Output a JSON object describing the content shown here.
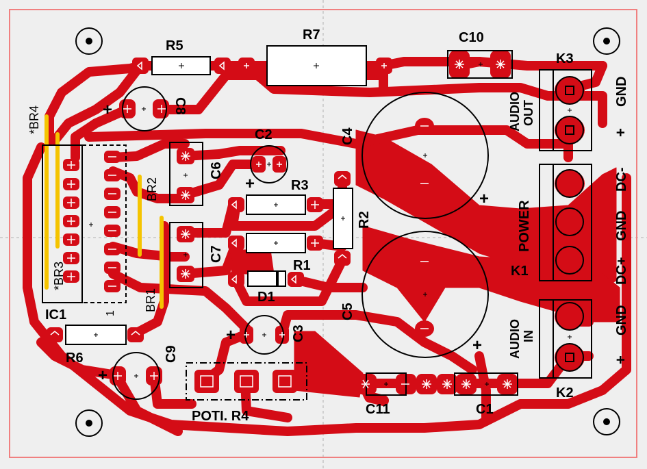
{
  "colors": {
    "background": "#efefef",
    "copper": "#d40c16",
    "silkscreen": "#000000",
    "jumper": "#f5c400",
    "outline": "#f08080",
    "guide": "#b0b0b0"
  },
  "labels": {
    "r5": "R5",
    "r7": "R7",
    "c10": "C10",
    "k3": "K3",
    "c8": "C8",
    "br4": "*BR4",
    "c2": "C2",
    "c4": "C4",
    "c6": "C6",
    "r3": "R3",
    "br2": "BR2",
    "r2": "R2",
    "br3": "*BR3",
    "c7": "C7",
    "r1": "R1",
    "d1": "D1",
    "ic1": "IC1",
    "one": "1",
    "br1": "BR1",
    "c5": "C5",
    "c3": "C3",
    "r6": "R6",
    "c9": "C9",
    "poti": "POTI. R4",
    "c11": "C11",
    "c1": "C1",
    "k1": "K1",
    "k2": "K2",
    "audio_out_1": "AUDIO",
    "audio_out_2": "OUT",
    "power": "POWER",
    "audio_in_1": "AUDIO",
    "audio_in_2": "IN",
    "gnd_1": "GND",
    "plus_1": "+",
    "dcm": "DC-",
    "gnd_2": "GND",
    "dcp": "DC+",
    "gnd_3": "GND",
    "plus_2": "+",
    "pol_c8": "+",
    "pol_c2": "+",
    "pol_c4": "+",
    "pol_c5": "+",
    "pol_c3": "+",
    "pol_c9": "+"
  }
}
